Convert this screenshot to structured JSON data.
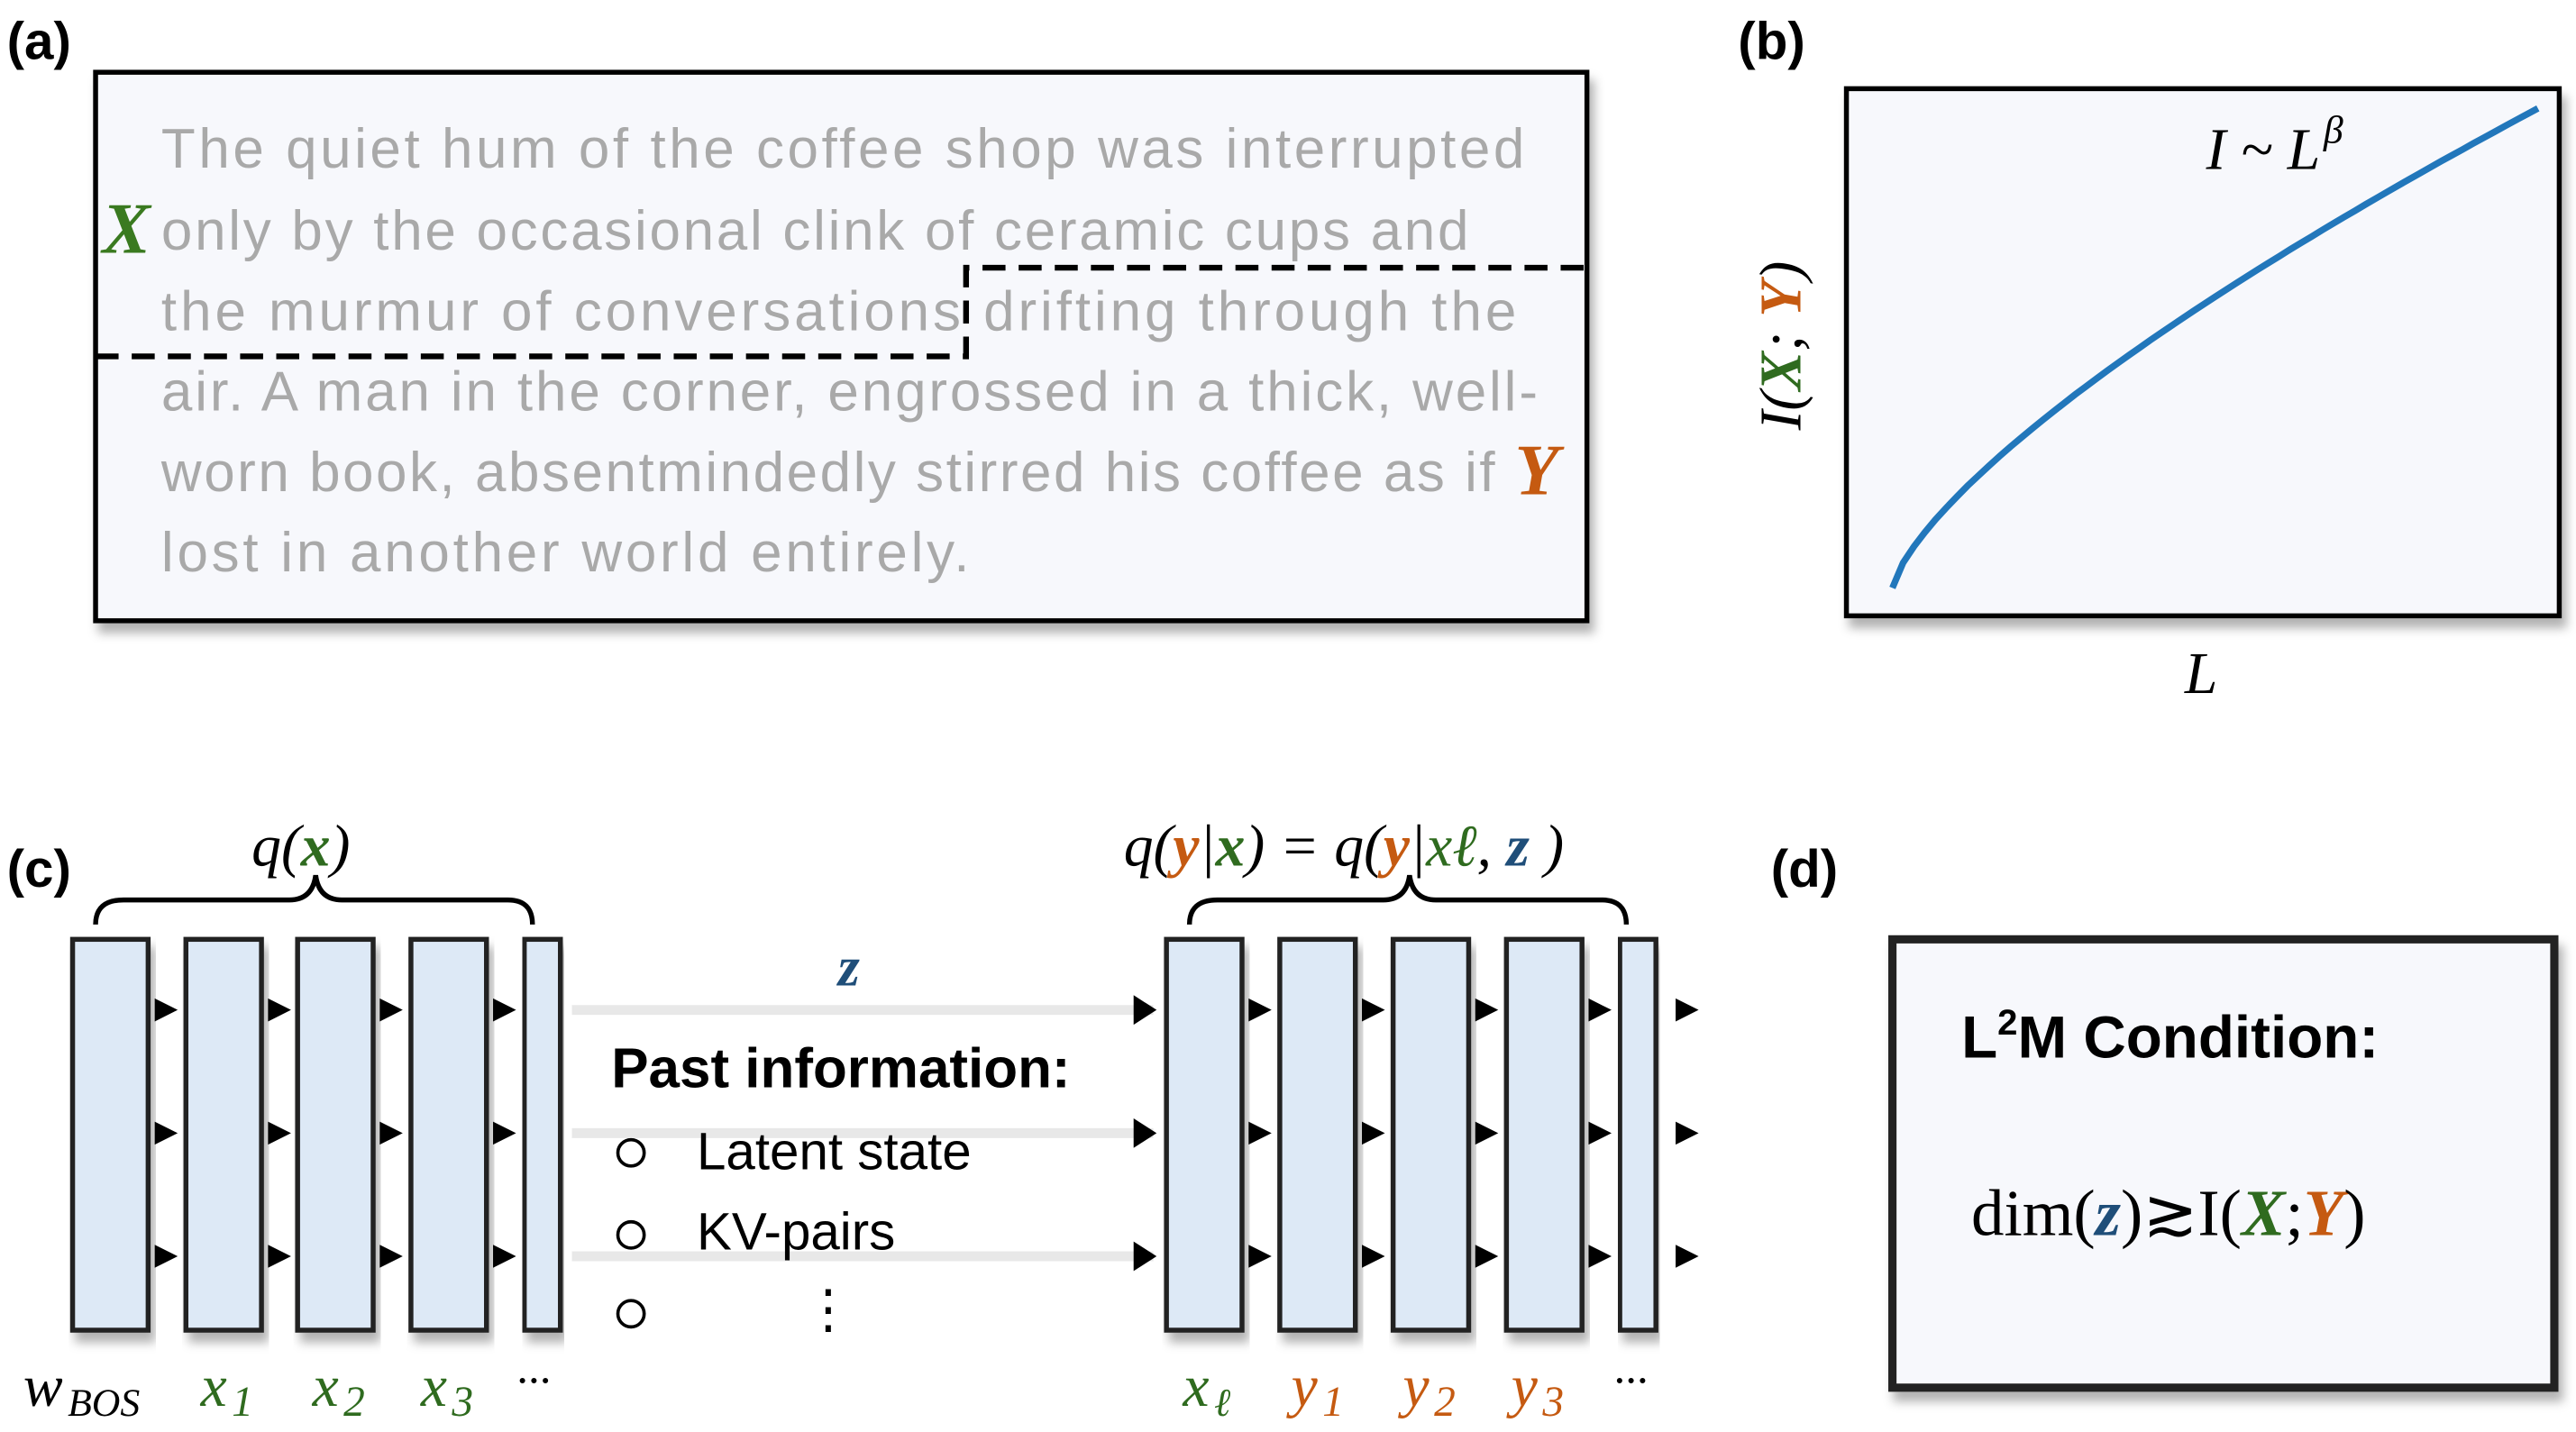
{
  "colors": {
    "x_green": "#2f6b1f",
    "y_orange": "#c55a11",
    "z_blue": "#1f4e79",
    "curve": "#2277bb",
    "panel_bg": "#f7f8fc",
    "block_fill": "#dde9f6"
  },
  "panel_a": {
    "label": "(a)",
    "lines": [
      "The quiet hum of the coffee shop was interrupted",
      "only by the occasional clink of ceramic cups and",
      "the murmur of conversations drifting through the",
      "air. A man in the corner, engrossed in a thick, well-",
      "worn book, absentmindedly stirred his coffee as if",
      "lost in another world entirely."
    ],
    "x_marker": "X",
    "y_marker": "Y"
  },
  "panel_b": {
    "label": "(b)",
    "curve_label_base": "I ~ L",
    "curve_label_exp": "β",
    "ylabel_open": "I(",
    "ylabel_x": "X",
    "ylabel_sep": "; ",
    "ylabel_y": "Y",
    "ylabel_close": ")",
    "xlabel": "L"
  },
  "panel_c": {
    "label": "(c)",
    "left_brace": {
      "q": "q(",
      "x": "x",
      "close": ")"
    },
    "right_brace": {
      "q1": "q(",
      "y1": "y",
      "bar1": "|",
      "x1": "x",
      "mid": ") = q(",
      "y2": "y",
      "bar2": "|",
      "xl": "xℓ",
      "comma": ", ",
      "z": "z",
      "close": " )"
    },
    "z_label": "z",
    "past_title": "Past information:",
    "bullets": [
      "Latent state",
      "KV-pairs",
      "⋮"
    ],
    "left_tokens": [
      "w",
      "BOS",
      "x",
      "1",
      "x",
      "2",
      "x",
      "3",
      "···"
    ],
    "right_tokens": [
      "x",
      "ℓ",
      "y",
      "1",
      "y",
      "2",
      "y",
      "3",
      "···"
    ]
  },
  "panel_d": {
    "label": "(d)",
    "title_l": "L",
    "title_sup": "2",
    "title_rest": "M Condition:",
    "formula": {
      "dim": "dim(",
      "z": "z",
      "mid": ")≳I(",
      "x": "X",
      "sep": ";",
      "y": "Y",
      "close": ")"
    }
  }
}
